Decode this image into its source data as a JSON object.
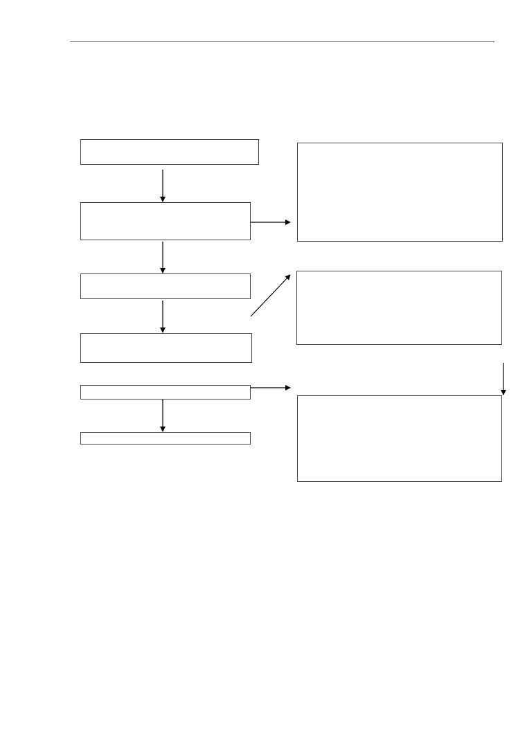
{
  "page": {
    "background_color": "#ffffff",
    "line_color": "#000000",
    "border_color": "#444444",
    "header_rule_color": "#555555"
  },
  "flowchart": {
    "left_column_boxes": [
      {
        "name": "flow-box-step-1",
        "text": ""
      },
      {
        "name": "flow-box-step-2",
        "text": ""
      },
      {
        "name": "flow-box-step-3",
        "text": ""
      },
      {
        "name": "flow-box-step-4",
        "text": ""
      },
      {
        "name": "flow-box-step-5",
        "text": ""
      },
      {
        "name": "flow-box-step-6",
        "text": ""
      }
    ],
    "right_column_boxes": [
      {
        "name": "flow-box-right-top",
        "text": ""
      },
      {
        "name": "flow-box-right-middle",
        "text": ""
      },
      {
        "name": "flow-box-right-bottom",
        "text": ""
      }
    ],
    "connectors": [
      {
        "name": "arrow-step1-to-step2",
        "from": "flow-box-step-1",
        "to": "flow-box-step-2"
      },
      {
        "name": "arrow-step2-to-step3",
        "from": "flow-box-step-2",
        "to": "flow-box-step-3"
      },
      {
        "name": "arrow-step3-to-step4",
        "from": "flow-box-step-3",
        "to": "flow-box-step-4"
      },
      {
        "name": "arrow-step5-to-step6",
        "from": "flow-box-step-5",
        "to": "flow-box-step-6"
      },
      {
        "name": "arrow-step2-to-right-top",
        "from": "flow-box-step-2",
        "to": "flow-box-right-top"
      },
      {
        "name": "arrow-step3-to-right-middle",
        "from": "flow-box-step-3",
        "to": "flow-box-right-middle"
      },
      {
        "name": "arrow-step5-to-right-bottom",
        "from": "flow-box-step-5",
        "to": "flow-box-right-bottom"
      },
      {
        "name": "arrow-into-right-bottom",
        "from": "",
        "to": "flow-box-right-bottom"
      }
    ]
  }
}
